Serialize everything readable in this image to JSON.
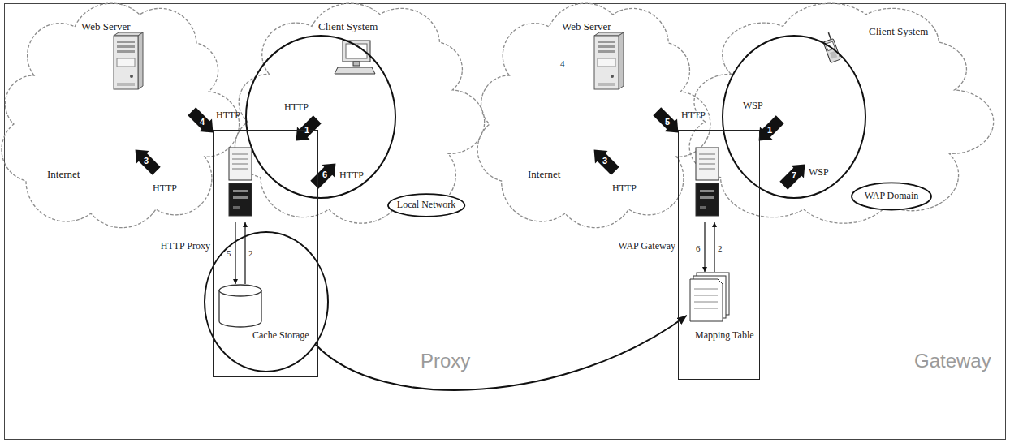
{
  "diagram": {
    "nodes": [
      {
        "text": [
          "Web Server"
        ]
      },
      {
        "text": [
          "Client System"
        ]
      },
      {
        "text": [
          "Local Network"
        ]
      },
      {
        "text": [
          "HTTP Proxy"
        ]
      },
      {
        "text": [
          "Cache Storage"
        ],
        "in": 3
      },
      {
        "text": [
          "Web Server"
        ]
      },
      {
        "text": [
          "Client System"
        ]
      },
      {
        "text": [
          "WAP Domain"
        ]
      },
      {
        "text": [
          "WAP Gateway"
        ]
      },
      {
        "text": [
          "Mapping Table"
        ],
        "in": 8
      }
    ],
    "edges": [
      {
        "from": 4,
        "to": 9,
        "arrow": "to"
      }
    ],
    "labels": [
      "Internet",
      "HTTP",
      "4",
      "HTTP",
      "3",
      "HTTP",
      "1",
      "HTTP",
      "6",
      "5",
      "2",
      "Proxy",
      "4",
      "Internet",
      "HTTP",
      "5",
      "HTTP",
      "3",
      "WSP",
      "1",
      "WSP",
      "7",
      "6",
      "2",
      "Gateway"
    ]
  }
}
